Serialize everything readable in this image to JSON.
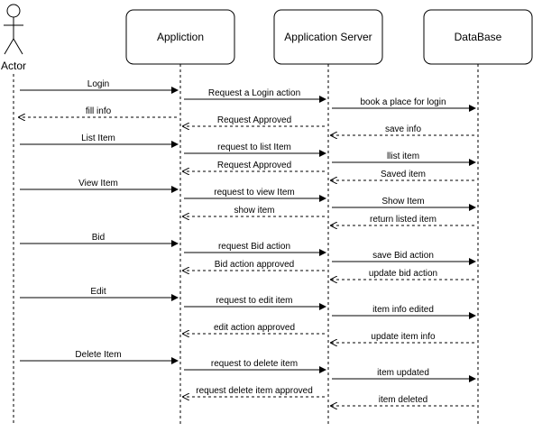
{
  "actor": {
    "label": "Actor"
  },
  "participants": [
    {
      "id": "app",
      "label": "Appliction"
    },
    {
      "id": "server",
      "label": "Application Server"
    },
    {
      "id": "db",
      "label": "DataBase"
    }
  ],
  "messages": [
    {
      "from": "actor",
      "to": "app",
      "label": "Login",
      "style": "solid"
    },
    {
      "from": "app",
      "to": "server",
      "label": "Request a Login action",
      "style": "solid"
    },
    {
      "from": "server",
      "to": "db",
      "label": "book a place for login",
      "style": "solid"
    },
    {
      "from": "app",
      "to": "actor",
      "label": "fill info",
      "style": "dashed"
    },
    {
      "from": "server",
      "to": "app",
      "label": "Request Approved",
      "style": "dashed"
    },
    {
      "from": "db",
      "to": "server",
      "label": "save info",
      "style": "dashed"
    },
    {
      "from": "actor",
      "to": "app",
      "label": "List Item",
      "style": "solid"
    },
    {
      "from": "app",
      "to": "server",
      "label": "request to list Item",
      "style": "solid"
    },
    {
      "from": "server",
      "to": "db",
      "label": "llist item",
      "style": "solid"
    },
    {
      "from": "server",
      "to": "app",
      "label": "Request Approved",
      "style": "dashed"
    },
    {
      "from": "db",
      "to": "server",
      "label": "Saved item",
      "style": "dashed"
    },
    {
      "from": "actor",
      "to": "app",
      "label": "View Item",
      "style": "solid"
    },
    {
      "from": "app",
      "to": "server",
      "label": "request to view Item",
      "style": "solid"
    },
    {
      "from": "server",
      "to": "db",
      "label": "Show Item",
      "style": "solid"
    },
    {
      "from": "server",
      "to": "app",
      "label": "show item",
      "style": "dashed"
    },
    {
      "from": "db",
      "to": "server",
      "label": "return listed item",
      "style": "dashed"
    },
    {
      "from": "actor",
      "to": "app",
      "label": "Bid",
      "style": "solid"
    },
    {
      "from": "app",
      "to": "server",
      "label": "request Bid action",
      "style": "solid"
    },
    {
      "from": "server",
      "to": "db",
      "label": "save Bid action",
      "style": "solid"
    },
    {
      "from": "server",
      "to": "app",
      "label": "Bid action approved",
      "style": "dashed"
    },
    {
      "from": "db",
      "to": "server",
      "label": "update bid action",
      "style": "dashed"
    },
    {
      "from": "actor",
      "to": "app",
      "label": "Edit",
      "style": "solid"
    },
    {
      "from": "app",
      "to": "server",
      "label": "request to edit item",
      "style": "solid"
    },
    {
      "from": "server",
      "to": "db",
      "label": "item info edited",
      "style": "solid"
    },
    {
      "from": "server",
      "to": "app",
      "label": "edit action approved",
      "style": "dashed"
    },
    {
      "from": "db",
      "to": "server",
      "label": "update item info",
      "style": "dashed"
    },
    {
      "from": "actor",
      "to": "app",
      "label": "Delete Item",
      "style": "solid"
    },
    {
      "from": "app",
      "to": "server",
      "label": "request to delete item",
      "style": "solid"
    },
    {
      "from": "server",
      "to": "db",
      "label": "item updated",
      "style": "solid"
    },
    {
      "from": "server",
      "to": "app",
      "label": "request delete item approved",
      "style": "dashed"
    },
    {
      "from": "db",
      "to": "server",
      "label": "item deleted",
      "style": "dashed"
    }
  ]
}
